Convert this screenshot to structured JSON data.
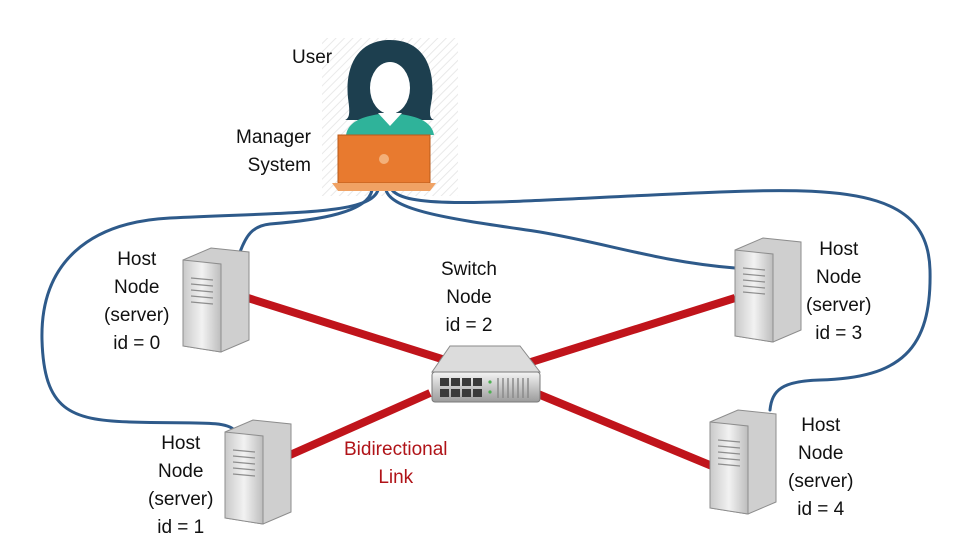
{
  "user_label": "User",
  "manager_label": [
    "Manager",
    "System"
  ],
  "switch_node": [
    "Switch",
    "Node",
    "id = 2"
  ],
  "hosts": [
    {
      "lines": [
        "Host",
        "Node",
        "(server)",
        "id = 0"
      ]
    },
    {
      "lines": [
        "Host",
        "Node",
        "(server)",
        "id = 1"
      ]
    },
    {
      "lines": [
        "Host",
        "Node",
        "(server)",
        "id = 3"
      ]
    },
    {
      "lines": [
        "Host",
        "Node",
        "(server)",
        "id = 4"
      ]
    }
  ],
  "link_label": [
    "Bidirectional",
    "Link"
  ],
  "colors": {
    "link": "#c0141b",
    "management_cable": "#2e5a8a",
    "laptop": "#e87a2f",
    "person": "#1d3f4f",
    "shirt": "#2fb39a",
    "server": "#e3e3e3"
  }
}
